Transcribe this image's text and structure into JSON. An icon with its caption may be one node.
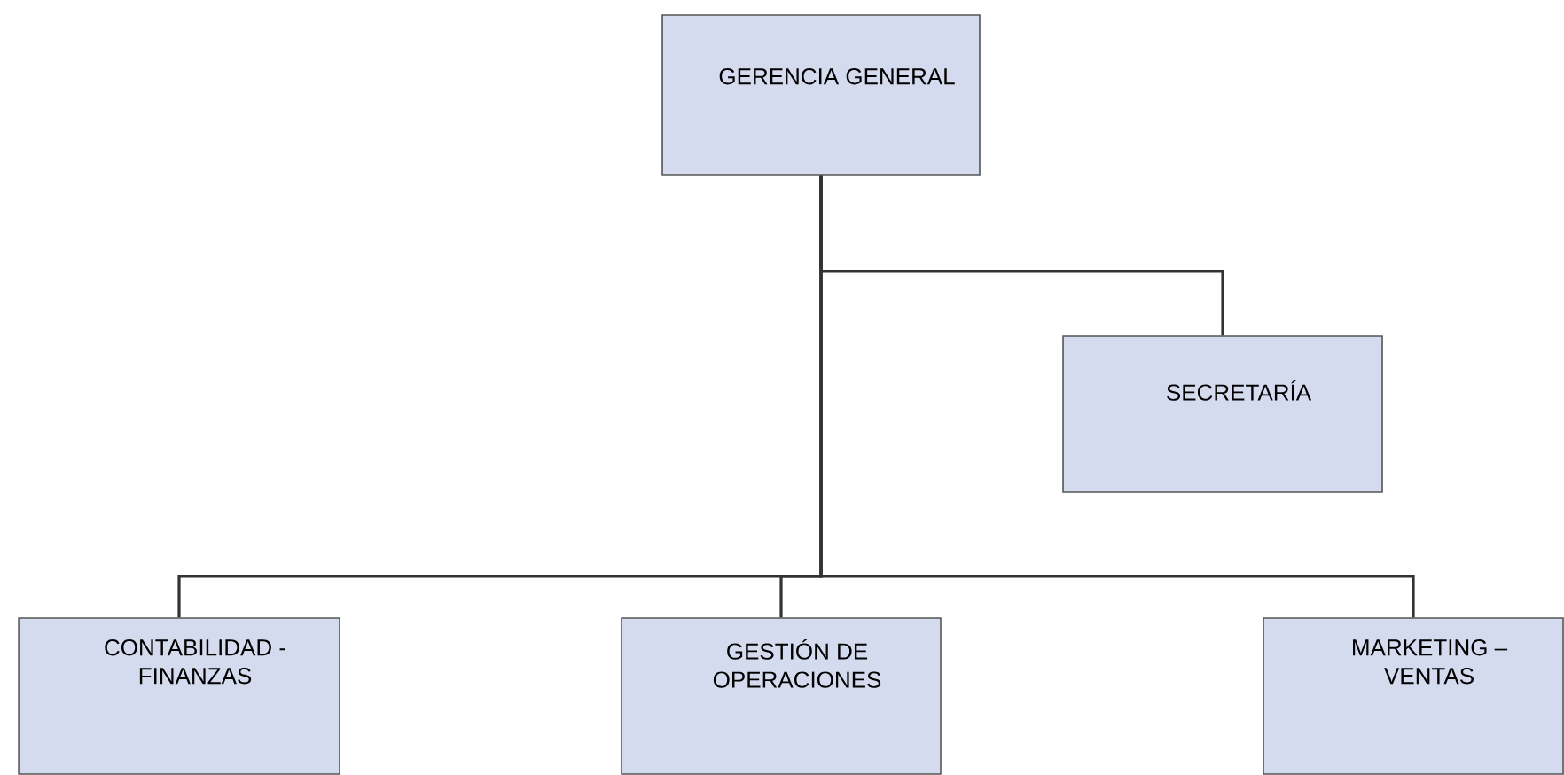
{
  "diagram": {
    "nodes": [
      {
        "text": [
          "GERENCIA GENERAL"
        ]
      },
      {
        "text": [
          "SECRETARÍA"
        ]
      },
      {
        "text": [
          "CONTABILIDAD - FINANZAS"
        ]
      },
      {
        "text": [
          "GESTIÓN DE OPERACIONES"
        ]
      },
      {
        "text": [
          "MARKETING – VENTAS"
        ]
      }
    ],
    "edges": [
      {
        "from": 0,
        "to": 1,
        "arrow": "none"
      },
      {
        "from": 0,
        "to": 2,
        "arrow": "none"
      },
      {
        "from": 0,
        "to": 3,
        "arrow": "none"
      },
      {
        "from": 0,
        "to": 4,
        "arrow": "none"
      }
    ]
  }
}
